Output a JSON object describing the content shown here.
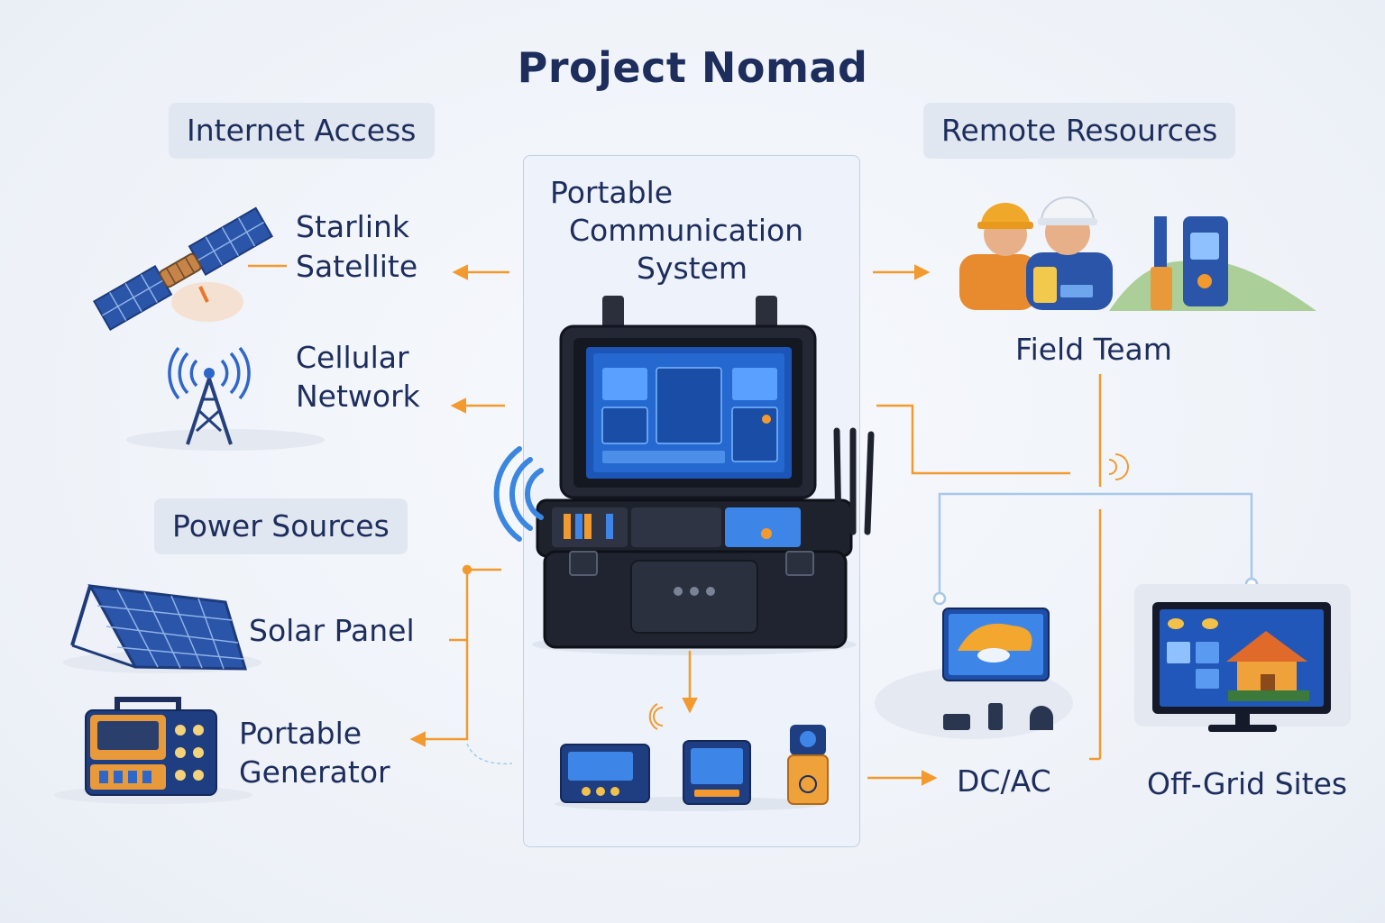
{
  "title": "Project Nomad",
  "center": {
    "line1": "Portable",
    "line2": "Communication",
    "line3": "System"
  },
  "sections": {
    "internet": {
      "header": "Internet Access",
      "starlink": [
        "Starlink",
        "Satellite"
      ],
      "cellular": [
        "Cellular",
        "Network"
      ]
    },
    "power": {
      "header": "Power Sources",
      "solar": "Solar Panel",
      "generator": [
        "Portable",
        "Generator"
      ]
    },
    "remote": {
      "header": "Remote Resources",
      "field_team": "Field Team",
      "dcac": "DC/AC",
      "offgrid": "Off-Grid Sites"
    }
  },
  "colors": {
    "accent_orange": "#f39a2e",
    "navy": "#1d2d5c",
    "blue": "#2f66c9",
    "connector_blue": "#a8c8ea"
  }
}
